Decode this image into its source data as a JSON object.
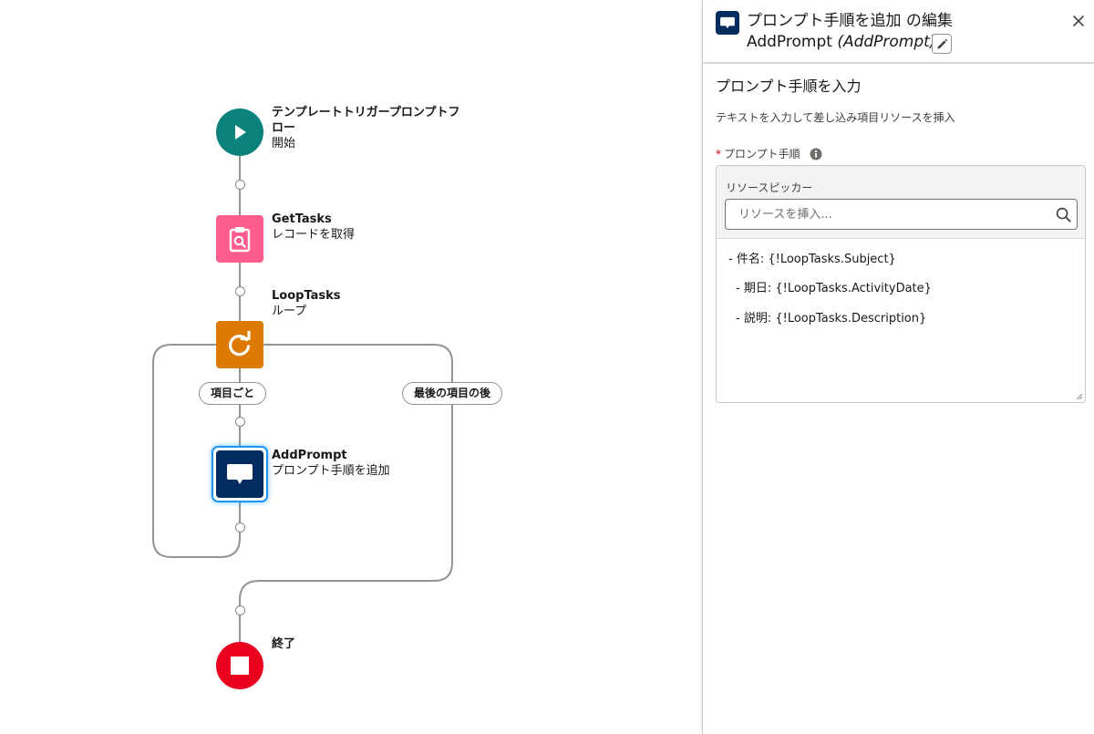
{
  "flow": {
    "start": {
      "title_line1": "テンプレートトリガープロンプトフ",
      "title_line2": "ロー",
      "sub": "開始",
      "icon": "play-icon",
      "color": "#0b827c"
    },
    "get_tasks": {
      "title": "GetTasks",
      "sub": "レコードを取得",
      "icon": "clipboard-search-icon",
      "color": "#ff5d8e"
    },
    "loop_tasks": {
      "title": "LoopTasks",
      "sub": "ループ",
      "icon": "loop-icon",
      "color": "#dd7a01"
    },
    "loop_each_label": "項目ごと",
    "loop_after_label": "最後の項目の後",
    "add_prompt": {
      "title": "AddPrompt",
      "sub": "プロンプト手順を追加",
      "icon": "chat-icon",
      "color": "#032d60",
      "selected": true
    },
    "end": {
      "title": "終了",
      "icon": "stop-icon",
      "color": "#ea001e"
    }
  },
  "panel": {
    "title": "プロンプト手順を追加 の編集",
    "label": "AddPrompt",
    "api_name": "(AddPrompt)",
    "section_title": "プロンプト手順を入力",
    "section_desc": "テキストを入力して差し込み項目リソースを挿入",
    "field_label": "プロンプト手順",
    "required_marker": "*",
    "picker_label": "リソースピッカー",
    "picker_placeholder": "リソースを挿入...",
    "prompt_lines": [
      "- 件名: {!LoopTasks.Subject}",
      "- 期日: {!LoopTasks.ActivityDate}",
      "- 説明: {!LoopTasks.Description}"
    ]
  }
}
